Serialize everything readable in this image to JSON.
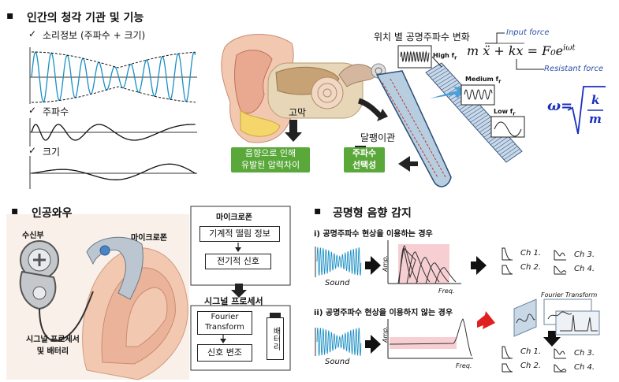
{
  "top": {
    "title": "인간의 청각 기관 및 기능",
    "sound_info": "소리정보 (주파수 + 크기)",
    "frequency": "주파수",
    "amplitude": "크기",
    "position_freq": "위치 별 공명주파수 변화",
    "equation": "m ẍ + kx = F₀e",
    "equation_exp": "iωt",
    "input_force": "Input force",
    "resistant_force": "Resistant force",
    "omega": "ω=",
    "omega_k": "k",
    "omega_m": "m",
    "high_fr": "High f",
    "medium_fr": "Medium  f",
    "low_fr": "Low f",
    "fr_sub": "r",
    "eardrum": "고막",
    "cochlea": "달팽이관",
    "green_left": "음향으로 인해\n유발된 압력차이",
    "green_right": "주파수\n선택성"
  },
  "bottom_left": {
    "title": "인공와우",
    "receiver": "수신부",
    "microphone_label": "마이크로폰",
    "signal_proc_label": "시그널 프로세서\n및 배터리",
    "flow_mic": "마이크로폰",
    "flow_vib": "기계적 떨림 정보",
    "flow_elec": "전기적 신호",
    "flow_sp": "시그널 프로세서",
    "flow_fourier": "Fourier\nTransform",
    "flow_mod": "신호 변조",
    "flow_battery": "배터리"
  },
  "bottom_right": {
    "title": "공명형 음향 감지",
    "case1": "i) 공명주파수 현상을 이용하는 경우",
    "case2": "ii) 공명주파수 현상을 이용하지 않는 경우",
    "sound": "Sound",
    "amp": "Amp.",
    "freq": "Freq.",
    "fourier": "Fourier Transform",
    "ch1": "Ch 1.",
    "ch2": "Ch 2.",
    "ch3": "Ch 3.",
    "ch4": "Ch 4."
  }
}
